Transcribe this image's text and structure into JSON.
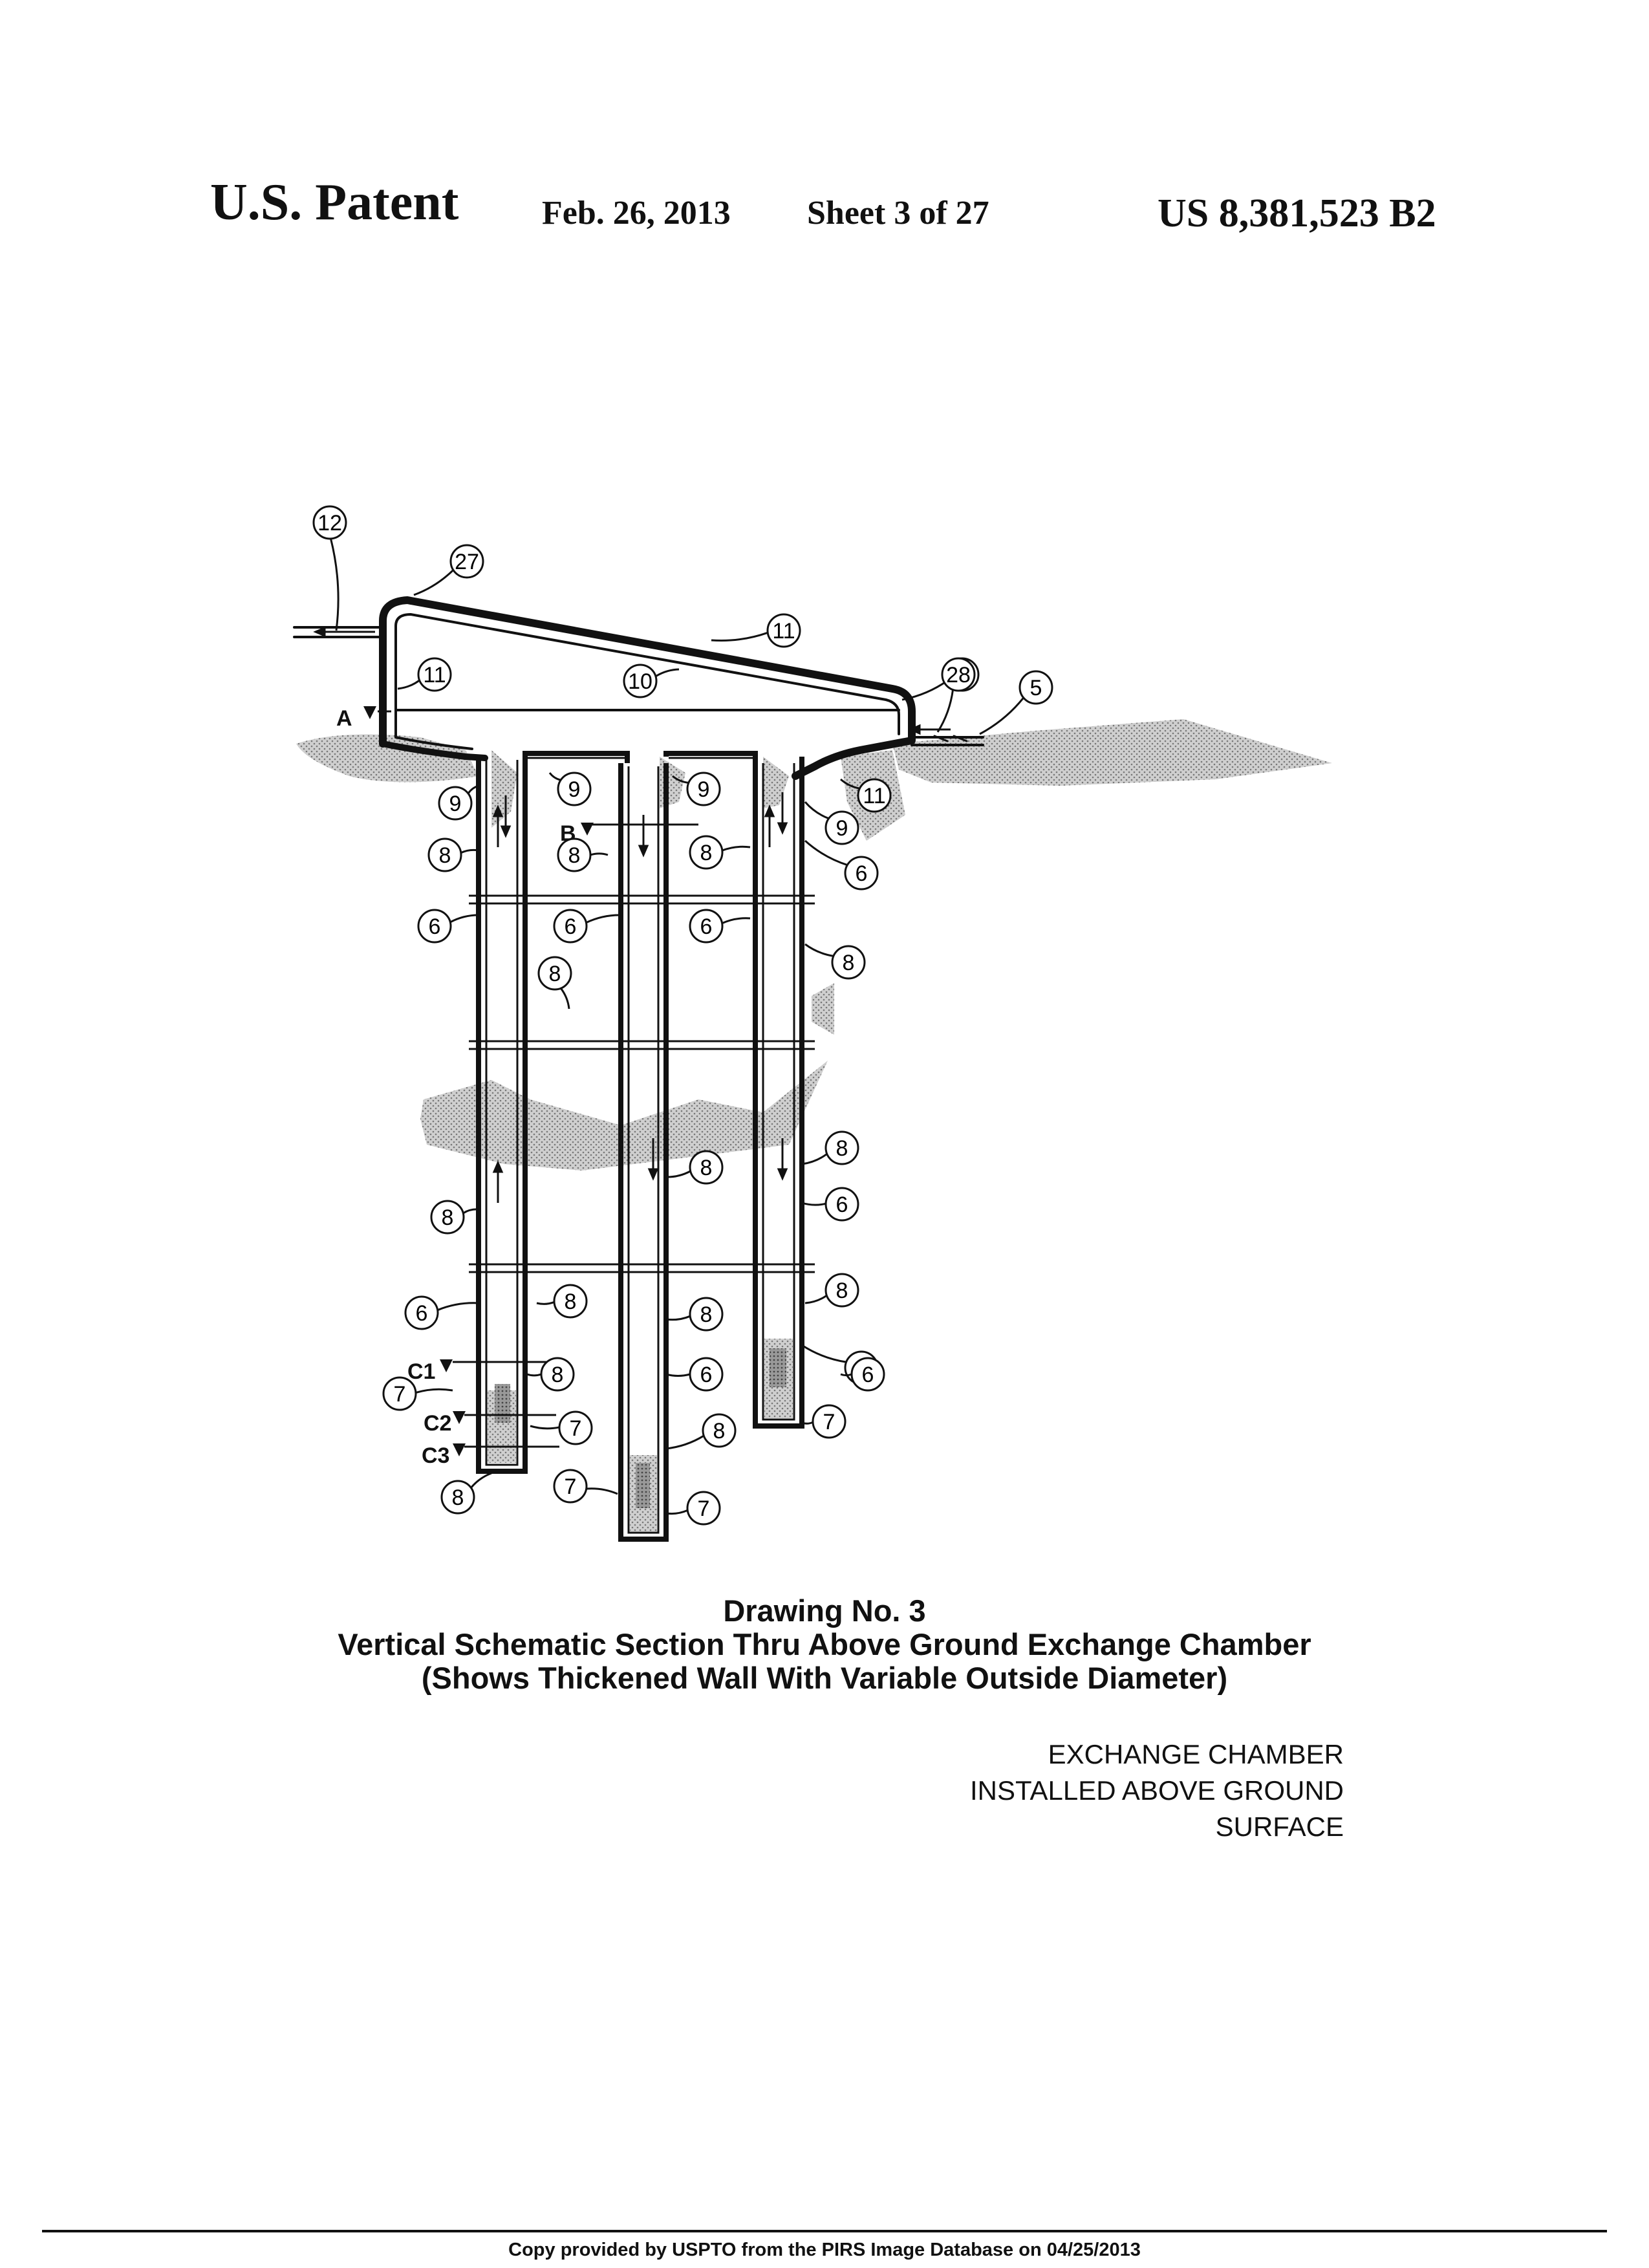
{
  "header": {
    "title": "U.S. Patent",
    "date": "Feb. 26, 2013",
    "sheet": "Sheet 3 of 27",
    "number": "US 8,381,523 B2"
  },
  "caption": {
    "line1": "Drawing No. 3",
    "line2": "Vertical Schematic Section Thru Above Ground Exchange Chamber",
    "line3": "(Shows Thickened Wall With Variable Outside Diameter)"
  },
  "note": {
    "line1": "EXCHANGE CHAMBER",
    "line2": "INSTALLED ABOVE GROUND",
    "line3": "SURFACE"
  },
  "footer": {
    "text": "Copy provided by USPTO from the PIRS Image Database on 04/25/2013"
  },
  "diagram": {
    "section_markers": [
      "A",
      "B",
      "C1",
      "C2",
      "C3"
    ],
    "reference_numerals": [
      "12",
      "27",
      "11",
      "11",
      "10",
      "11",
      "28",
      "5",
      "9",
      "9",
      "9",
      "9",
      "11",
      "8",
      "8",
      "8",
      "6",
      "6",
      "6",
      "6",
      "8",
      "8",
      "8",
      "8",
      "8",
      "6",
      "6",
      "8",
      "8",
      "8",
      "8",
      "6",
      "6",
      "7",
      "7",
      "7",
      "8",
      "8",
      "7",
      "7",
      "6"
    ]
  }
}
